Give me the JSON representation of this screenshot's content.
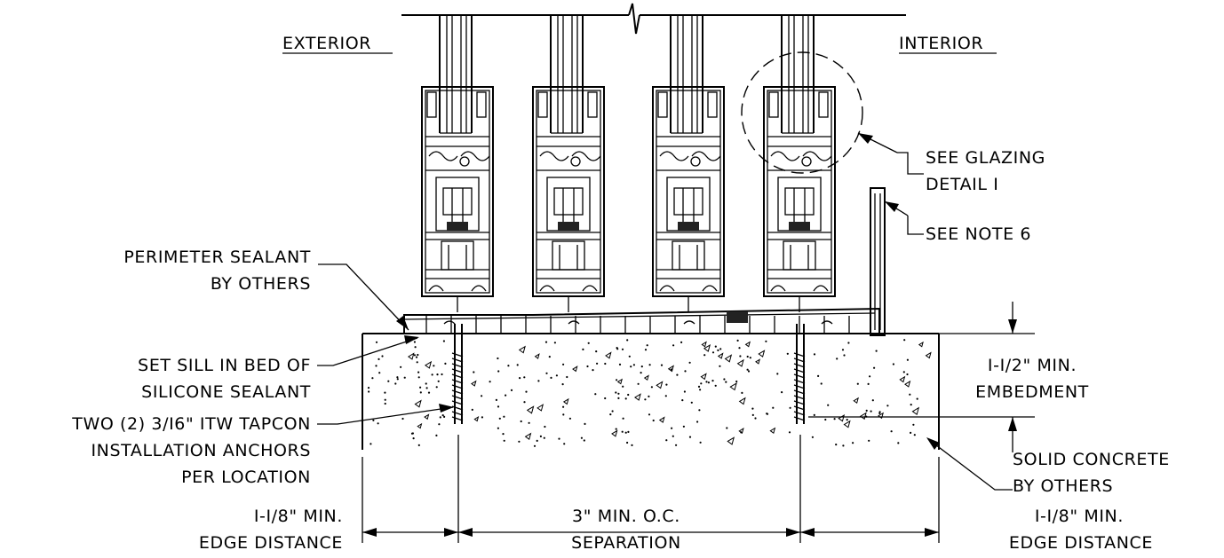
{
  "labels": {
    "exterior": "EXTERIOR",
    "interior": "INTERIOR",
    "see_glazing": "SEE GLAZING",
    "detail_1": "DETAIL I",
    "see_note_6": "SEE NOTE 6",
    "perimeter_sealant_1": "PERIMETER SEALANT",
    "perimeter_sealant_2": "BY OTHERS",
    "set_sill_1": "SET SILL IN BED OF",
    "set_sill_2": "SILICONE SEALANT",
    "anchors_1": "TWO (2) 3/I6\" ITW TAPCON",
    "anchors_2": "INSTALLATION ANCHORS",
    "anchors_3": "PER LOCATION",
    "embedment_1": "I-I/2\" MIN.",
    "embedment_2": "EMBEDMENT",
    "concrete_1": "SOLID CONCRETE",
    "concrete_2": "BY OTHERS",
    "edge_left_1": "I-I/8\" MIN.",
    "edge_left_2": "EDGE DISTANCE",
    "separation_1": "3\" MIN. O.C.",
    "separation_2": "SEPARATION",
    "edge_right_1": "I-I/8\" MIN.",
    "edge_right_2": "EDGE DISTANCE"
  }
}
